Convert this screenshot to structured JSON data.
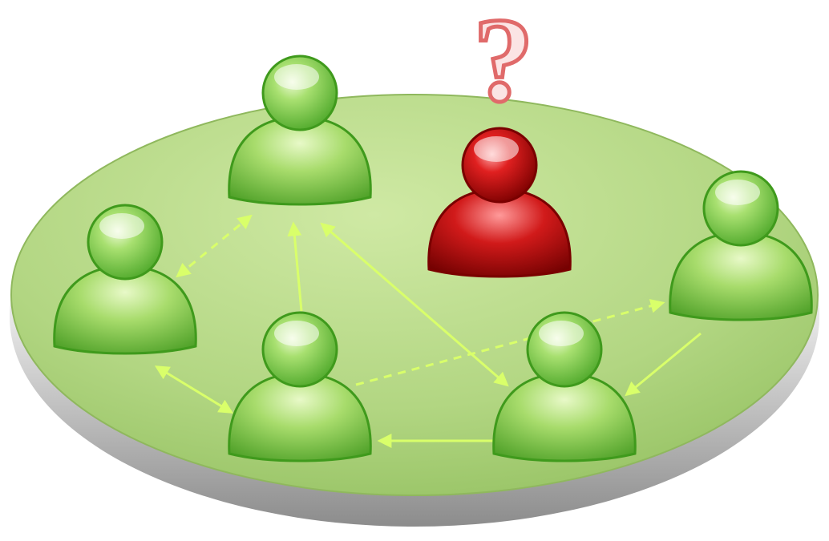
{
  "diagram": {
    "question_mark": "?",
    "colors": {
      "platform_top": "#b9dc8a",
      "platform_rim": "#c9c9c9",
      "person_green": "#7fcf3a",
      "person_red": "#c41414",
      "arrow": "#d9ff6a",
      "question_outline": "#e06a6a"
    },
    "nodes": [
      {
        "id": "person-top-center",
        "role": "member"
      },
      {
        "id": "person-left",
        "role": "member"
      },
      {
        "id": "person-bottom-left",
        "role": "member"
      },
      {
        "id": "person-bottom-right",
        "role": "member"
      },
      {
        "id": "person-right",
        "role": "member"
      },
      {
        "id": "person-outsider",
        "role": "outsider"
      }
    ],
    "links": [
      {
        "from": "person-left",
        "to": "person-top-center",
        "style": "dashed"
      },
      {
        "from": "person-bottom-left",
        "to": "person-top-center",
        "style": "solid"
      },
      {
        "from": "person-top-center",
        "to": "person-bottom-right",
        "style": "solid"
      },
      {
        "from": "person-left",
        "to": "person-bottom-left",
        "style": "solid"
      },
      {
        "from": "person-bottom-right",
        "to": "person-bottom-left",
        "style": "solid"
      },
      {
        "from": "person-right",
        "to": "person-bottom-right",
        "style": "solid"
      },
      {
        "from": "person-bottom-left",
        "to": "person-right",
        "style": "dashed"
      }
    ]
  }
}
